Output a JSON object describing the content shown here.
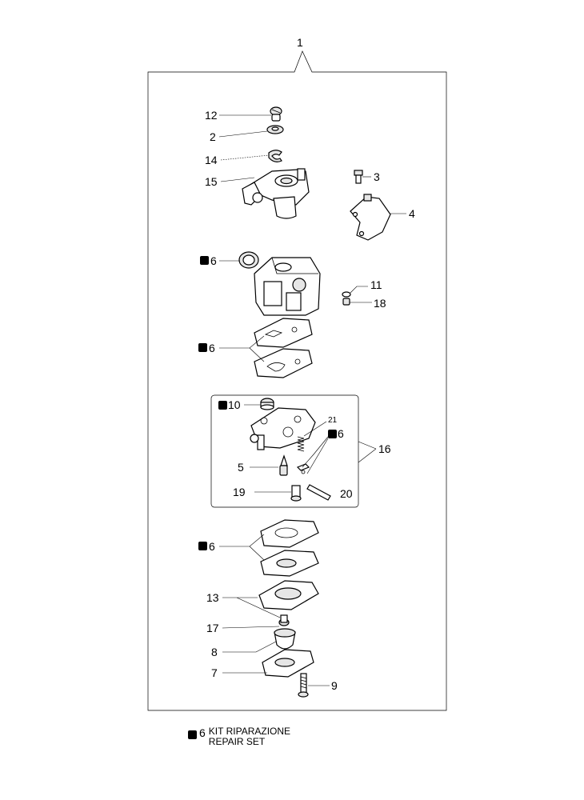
{
  "assembly_number": "1",
  "callouts": {
    "c12": "12",
    "c2": "2",
    "c14": "14",
    "c15": "15",
    "c3": "3",
    "c4": "4",
    "c6a": "6",
    "c11": "11",
    "c18": "18",
    "c6b": "6",
    "c10": "10",
    "c21": "21",
    "c6c": "6",
    "c16": "16",
    "c5": "5",
    "c19": "19",
    "c20": "20",
    "c6d": "6",
    "c13": "13",
    "c17": "17",
    "c8": "8",
    "c7": "7",
    "c9": "9"
  },
  "legend": {
    "marker": "6",
    "line1": "KIT RIPARAZIONE",
    "line2": "REPAIR SET"
  }
}
